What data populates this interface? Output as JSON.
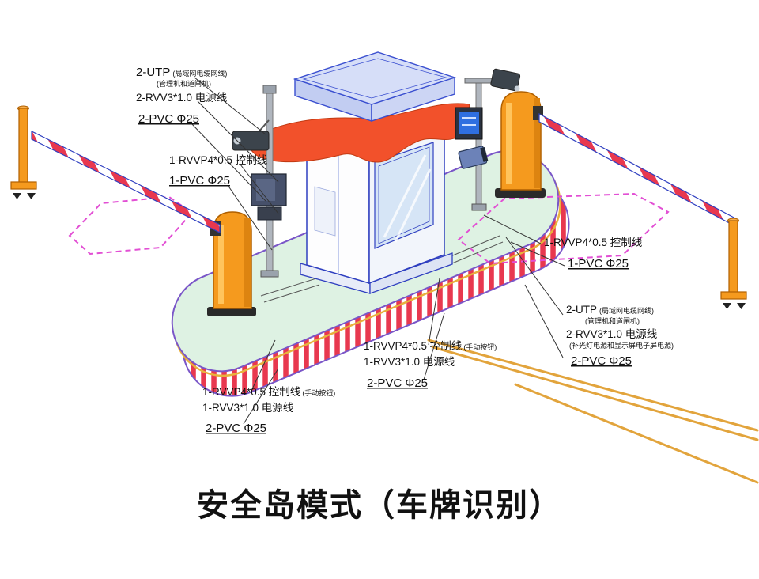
{
  "title": "安全岛模式（车牌识别）",
  "colors": {
    "outline_blue": "#2f3fc0",
    "canopy_orange": "#f2512b",
    "cabinet_orange": "#f59a1e",
    "island_green": "#def2e3",
    "stripe_red": "#e8384f",
    "loop_pink": "#e24fd4",
    "road_yellow": "#e2a43c"
  },
  "labels": {
    "top_left": {
      "utp": "2-UTP",
      "utp_note": "(局域网电缆网线)",
      "utp_note2": "(管理机和道闸机)",
      "power": "2-RVV3*1.0 电源线",
      "pvc": "2-PVC Φ25"
    },
    "left_mid": {
      "control": "1-RVVP4*0.5 控制线",
      "pvc": "1-PVC Φ25"
    },
    "right_mid": {
      "control": "1-RVVP4*0.5 控制线",
      "pvc": "1-PVC Φ25"
    },
    "right_low": {
      "utp": "2-UTP",
      "utp_note": "(局域网电缆网线)",
      "utp_note2": "(管理机和道闸机)",
      "power": "2-RVV3*1.0 电源线",
      "power_note": "(补光灯电源和显示屏电子屏电源)",
      "pvc": "2-PVC Φ25"
    },
    "center_low": {
      "control": "1-RVVP4*0.5 控制线",
      "control_note": "(手动按钮)",
      "power": "1-RVV3*1.0 电源线",
      "pvc": "2-PVC Φ25"
    },
    "left_low": {
      "control": "1-RVVP4*0.5 控制线",
      "control_note": "(手动按钮)",
      "power": "1-RVV3*1.0 电源线",
      "pvc": "2-PVC Φ25"
    }
  }
}
